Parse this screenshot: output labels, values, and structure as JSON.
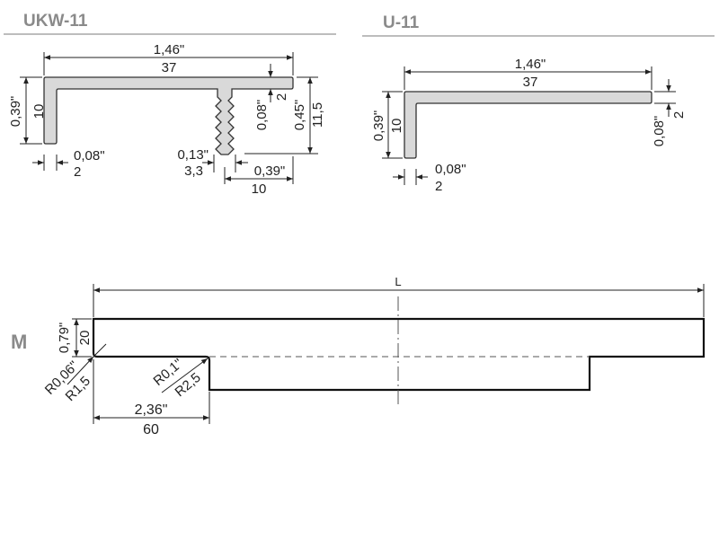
{
  "profiles": [
    {
      "title": "UKW-11",
      "dims": {
        "width_in": "1,46\"",
        "width_mm": "37",
        "leg_in": "0,39\"",
        "leg_mm": "10",
        "thick_in": "0,08\"",
        "thick_mm": "2",
        "top_thick_in": "0,08\"",
        "top_thick_mm": "2",
        "height_in": "0,45\"",
        "height_mm": "11,5",
        "stem_in": "0,13\"",
        "stem_mm": "3,3",
        "offset_in": "0,39\"",
        "offset_mm": "10"
      }
    },
    {
      "title": "U-11",
      "dims": {
        "width_in": "1,46\"",
        "width_mm": "37",
        "leg_in": "0,39\"",
        "leg_mm": "10",
        "top_thick_in": "0,08\"",
        "top_thick_mm": "2",
        "thick_in": "0,08\"",
        "thick_mm": "2"
      }
    }
  ],
  "detail": {
    "label": "M",
    "length": "L",
    "height_in": "0,79\"",
    "height_mm": "20",
    "r1_in": "R0,06\"",
    "r1_mm": "R1,5",
    "r2_in": "R0,1\"",
    "r2_mm": "R2,5",
    "notch_in": "2,36\"",
    "notch_mm": "60"
  }
}
